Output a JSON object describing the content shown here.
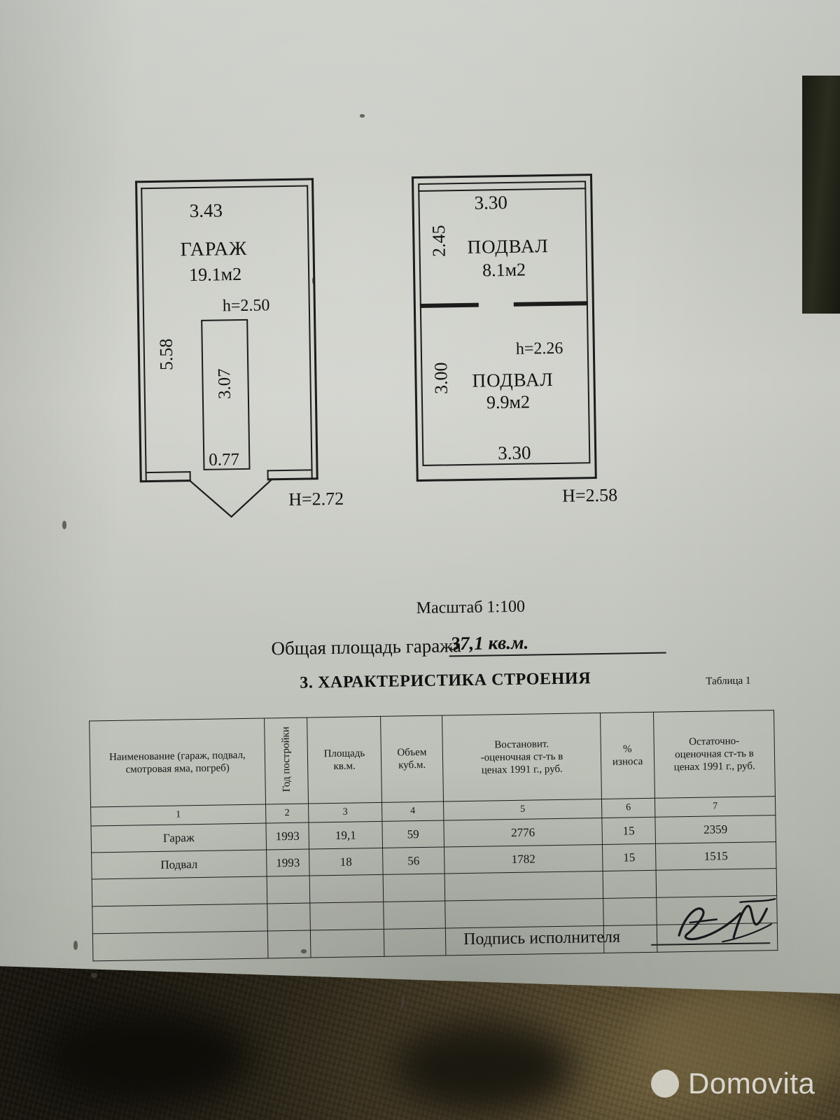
{
  "document": {
    "scale_note": "Масштаб 1:100",
    "total_area_label": "Общая площадь гаража",
    "total_area_value": "37,1 кв.м.",
    "section_title": "3. ХАРАКТЕРИСТИКА СТРОЕНИЯ",
    "table_caption": "Таблица 1",
    "signature_label": "Подпись исполнителя"
  },
  "plans": {
    "garage": {
      "name": "ГАРАЖ",
      "area": "19.1м2",
      "dim_top": "3.43",
      "dim_left": "5.58",
      "inner_height": "h=2.50",
      "outer_height": "H=2.72",
      "pit_length": "3.07",
      "pit_width": "0.77"
    },
    "basement": {
      "upper_name": "ПОДВАЛ",
      "upper_area": "8.1м2",
      "lower_name": "ПОДВАЛ",
      "lower_area": "9.9м2",
      "dim_top": "3.30",
      "dim_bottom": "3.30",
      "dim_left_upper": "2.45",
      "dim_left_lower": "3.00",
      "inner_height": "h=2.26",
      "outer_height": "H=2.58"
    }
  },
  "table": {
    "headers": [
      "Наименование (гараж, подвал, смотровая яма, погреб)",
      "Год постройки",
      "Площадь кв.м.",
      "Объем куб.м.",
      "Востановит. -оценочная ст-ть в ценах 1991 г., руб.",
      "% износа",
      "Остаточно-оценочная ст-ть в ценах 1991 г., руб."
    ],
    "header_parts": {
      "c1": "Наименование (гараж, подвал, смотровая яма, погреб)",
      "c2": "Год постройки",
      "c3_a": "Площадь",
      "c3_b": "кв.м.",
      "c4_a": "Объем",
      "c4_b": "куб.м.",
      "c5_a": "Востановит.",
      "c5_b": "-оценочная ст-ть в",
      "c5_c": "ценах 1991 г., руб.",
      "c6_a": "%",
      "c6_b": "износа",
      "c7_a": "Остаточно-",
      "c7_b": "оценочная ст-ть в",
      "c7_c": "ценах 1991 г., руб."
    },
    "column_numbers": [
      "1",
      "2",
      "3",
      "4",
      "5",
      "6",
      "7"
    ],
    "rows": [
      [
        "Гараж",
        "1993",
        "19,1",
        "59",
        "2776",
        "15",
        "2359"
      ],
      [
        "Подвал",
        "1993",
        "18",
        "56",
        "1782",
        "15",
        "1515"
      ],
      [
        "",
        "",
        "",
        "",
        "",
        "",
        ""
      ],
      [
        "",
        "",
        "",
        "",
        "",
        "",
        ""
      ],
      [
        "",
        "",
        "",
        "",
        "",
        "",
        ""
      ]
    ]
  },
  "watermark": {
    "text": "Domovita",
    "logo": "circle-dot-icon"
  },
  "colors": {
    "ink": "#1c1c1c",
    "paper": "#cbcec6",
    "floor": "#4a3f27",
    "watermark": "#eeeeea"
  }
}
